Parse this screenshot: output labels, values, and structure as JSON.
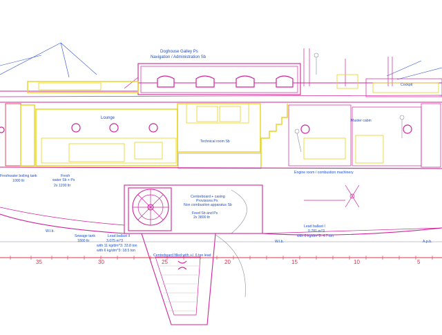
{
  "labels": {
    "doghouse": "Doghouse Galley Ps",
    "navigation": "Navigation / Administration Sb",
    "cockpit": "Cockpit",
    "lounge": "Lounge",
    "owner_cabin": "Master cabin",
    "technical_room": "Technical room Sb",
    "engine_room": "Engine room / combustion machinery",
    "freshwater_boiling": "Freshwater boiling tank",
    "freshwater_boiling_cap": "1000 ltr",
    "fresh_water": "Fresh",
    "fresh_water_2": "water Sb + Ps",
    "fresh_water_cap": "2x 1200 ltr",
    "centreboard_casing": "Centreboard + casing",
    "provisions": "Provisions Ps",
    "non_combustion": "Non combustion apparatus Sb",
    "feed": "Feed Sb and Ps",
    "feed_cap": "2x 3800 ltr",
    "sewage_tank": "Sewage tank",
    "sewage_cap": "1800 ltr",
    "lead_ballast_ii": "Lead ballast II",
    "lead_ballast_ii_vol": "3.075 m^3",
    "lead_ballast_ii_a": "with 11 kg/dm^3: 33.8 ton",
    "lead_ballast_ii_b": "with 6 kg/dm^3: 18.5 ton",
    "lead_ballast_i": "Lead ballast I",
    "lead_ballast_i_vol": "0.781 m^3",
    "lead_ballast_i_a": "with 6 kg/dm^3: 4.7 ton",
    "centreboard_filled": "Centreboard filled with +/- 6 ton lead",
    "wl_fwd": "W.l.b.",
    "wl_aft": "W.l.b.",
    "app": "A.p.b."
  },
  "scale": {
    "major": [
      "35",
      "30",
      "25",
      "20",
      "15",
      "10",
      "5"
    ]
  },
  "colors": {
    "hull": "#d0209b",
    "interior": "#e8d21a",
    "labels": "#1a4fd0",
    "baseline": "#e0304a"
  }
}
